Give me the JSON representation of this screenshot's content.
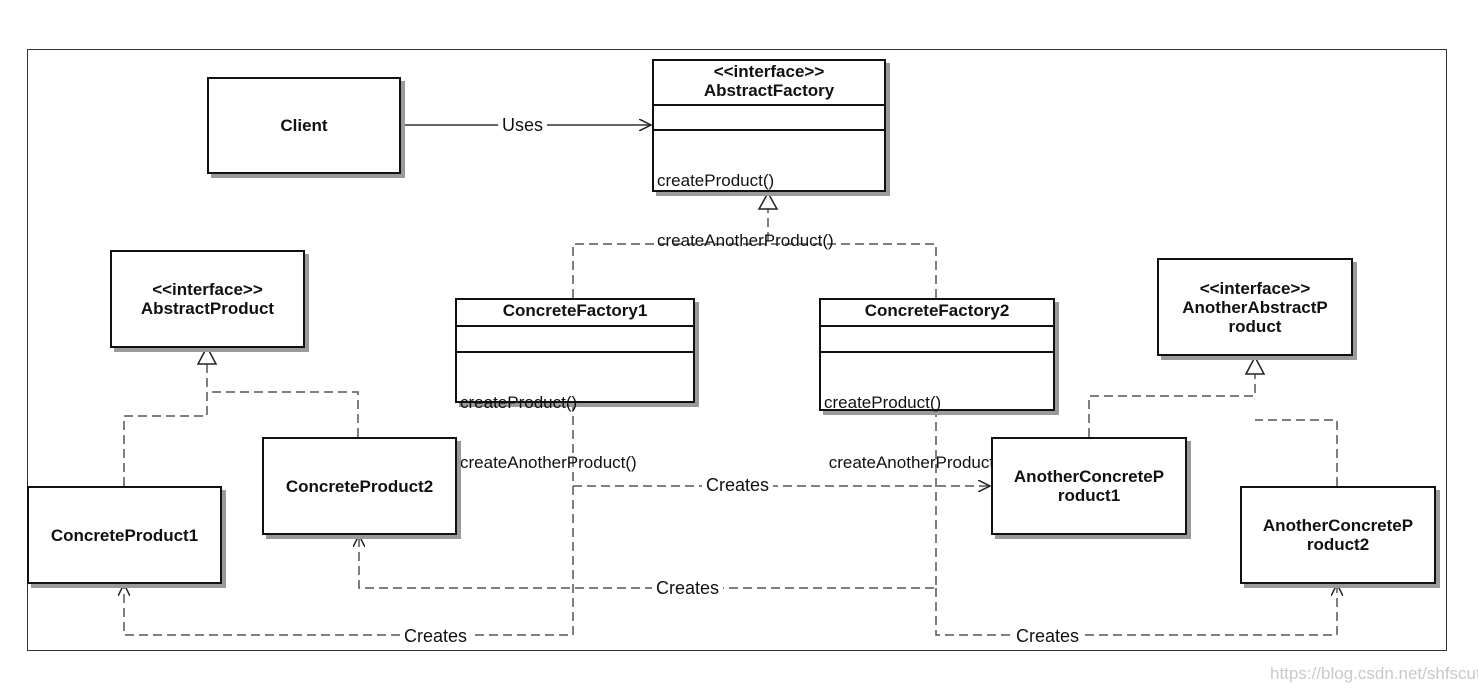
{
  "client": {
    "name": "Client"
  },
  "abstract_factory": {
    "stereotype": "<<interface>>",
    "name": "AbstractFactory",
    "ops": [
      "createProduct()",
      "createAnotherProduct()"
    ]
  },
  "concrete_factory_1": {
    "name": "ConcreteFactory1",
    "ops": [
      "createProduct()",
      "createAnotherProduct()"
    ]
  },
  "concrete_factory_2": {
    "name": "ConcreteFactory2",
    "ops": [
      "createProduct()",
      " createAnotherProduct()"
    ]
  },
  "abstract_product": {
    "stereotype": "<<interface>>",
    "name": "AbstractProduct"
  },
  "another_abstract_product": {
    "stereotype": "<<interface>>",
    "name_line1": "AnotherAbstractP",
    "name_line2": "roduct"
  },
  "concrete_product_1": {
    "name": "ConcreteProduct1"
  },
  "concrete_product_2": {
    "name": "ConcreteProduct2"
  },
  "another_concrete_product_1": {
    "name_line1": "AnotherConcreteP",
    "name_line2": "roduct1"
  },
  "another_concrete_product_2": {
    "name_line1": "AnotherConcreteP",
    "name_line2": "roduct2"
  },
  "labels": {
    "uses": "Uses",
    "creates_middle": "Creates",
    "creates_lower": "Creates",
    "creates_bottom_left": "Creates",
    "creates_bottom_right": "Creates"
  },
  "watermark": "https://blog.csdn.net/shfscut"
}
